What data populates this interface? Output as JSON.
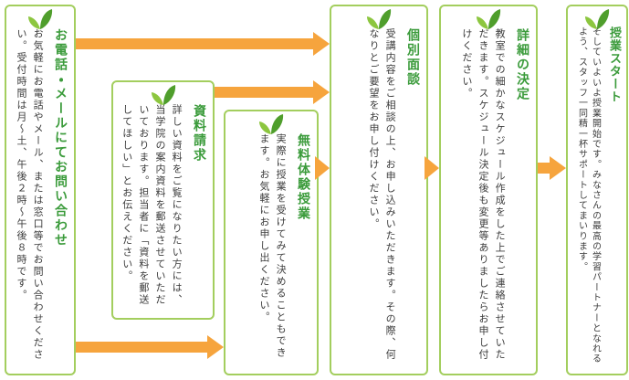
{
  "steps": [
    {
      "id": "contact",
      "title": "お電話・メールにてお問い合わせ",
      "body": "お気軽にお電話やメール、または窓口等でお問い合わせください。受付時間は月～土、午後２時～午後８時です。"
    },
    {
      "id": "materials",
      "title": "資料請求",
      "body": "詳しい資料をご覧になりたい方には、当学院の案内資料を郵送させていただいております。担当者に「資料を郵送してほしい」とお伝えください。"
    },
    {
      "id": "trial",
      "title": "無料体験授業",
      "body": "実際に授業を受けてみて決めることもできます。お気軽にお申し出ください。"
    },
    {
      "id": "interview",
      "title": "個別面談",
      "body": "受講内容をご相談の上、お申し込みいただきます。その際、何なりとご要望をお申し付けください。"
    },
    {
      "id": "details",
      "title": "詳細の決定",
      "body": "教室での細かなスケジュール作成をした上でご連絡させていただきます。スケジュール決定後も変更等ありましたらお申し付けください。"
    },
    {
      "id": "start",
      "title": "授業スタート",
      "body": "そしていよいよ授業開始です。みなさんの最高の学習パートナーとなれるよう、スタッフ一同精一杯サポートしてまいります。"
    }
  ],
  "connections": [
    {
      "from": "contact",
      "to": "interview"
    },
    {
      "from": "materials",
      "to": "interview"
    },
    {
      "from": "contact",
      "to": "trial"
    },
    {
      "from": "trial",
      "to": "interview"
    },
    {
      "from": "interview",
      "to": "details"
    },
    {
      "from": "details",
      "to": "start"
    }
  ],
  "colors": {
    "box_border": "#a3ce5e",
    "title_green": "#3b9b3b",
    "body_text": "#3c3c3c",
    "arrow_orange": "#f6a43d",
    "leaf_light": "#8cc63f",
    "leaf_dark": "#4f9e2c",
    "background": "#ffffff"
  }
}
